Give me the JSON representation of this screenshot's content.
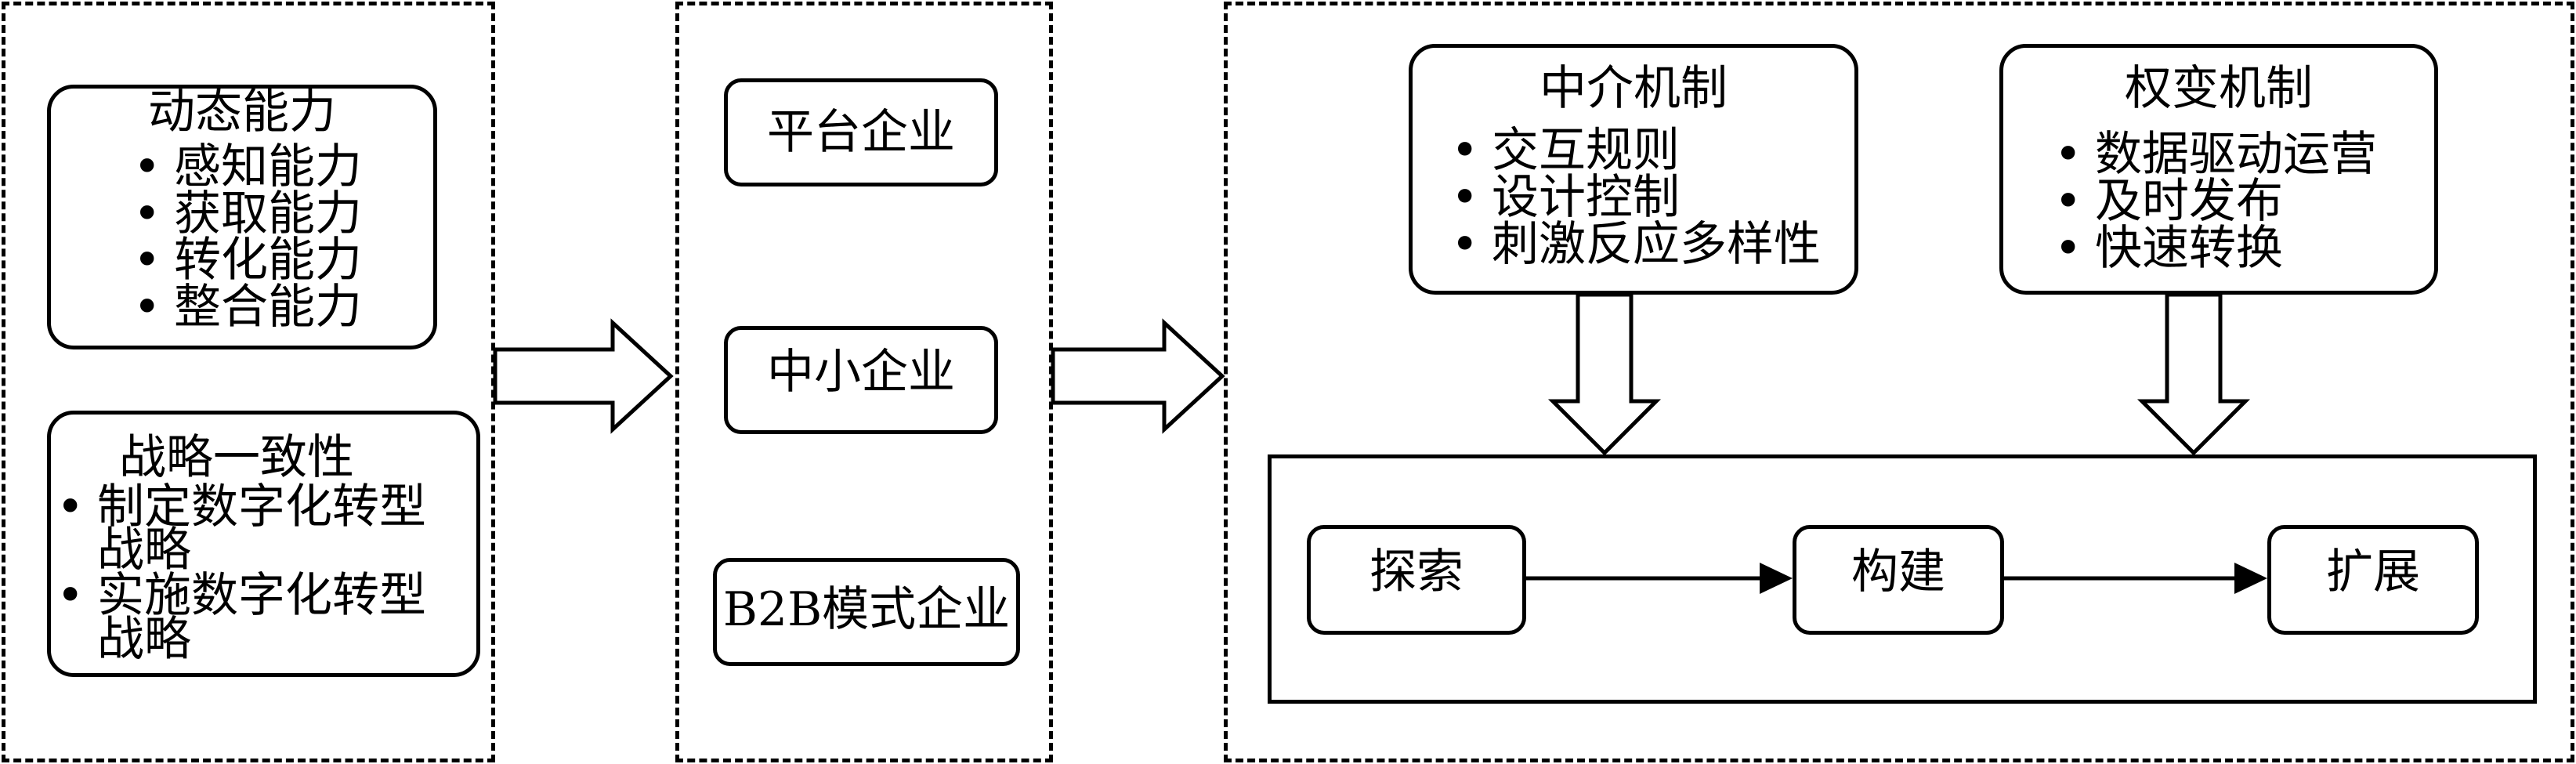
{
  "col1": {
    "dynamic": {
      "title": "动态能力",
      "items": [
        "感知能力",
        "获取能力",
        "转化能力",
        "整合能力"
      ]
    },
    "strategy": {
      "title": "战略一致性",
      "items": [
        [
          "制定数字化转型",
          "战略"
        ],
        [
          "实施数字化转型",
          "战略"
        ]
      ]
    }
  },
  "col2": {
    "items": [
      "平台企业",
      "中小企业",
      "B2B模式企业"
    ]
  },
  "col3": {
    "intermediary": {
      "title": "中介机制",
      "items": [
        "交互规则",
        "设计控制",
        "刺激反应多样性"
      ]
    },
    "contingency": {
      "title": "权变机制",
      "items": [
        "数据驱动运营",
        "及时发布",
        "快速转换"
      ]
    },
    "process": {
      "stages": [
        "探索",
        "构建",
        "扩展"
      ]
    }
  },
  "bullet": "•"
}
